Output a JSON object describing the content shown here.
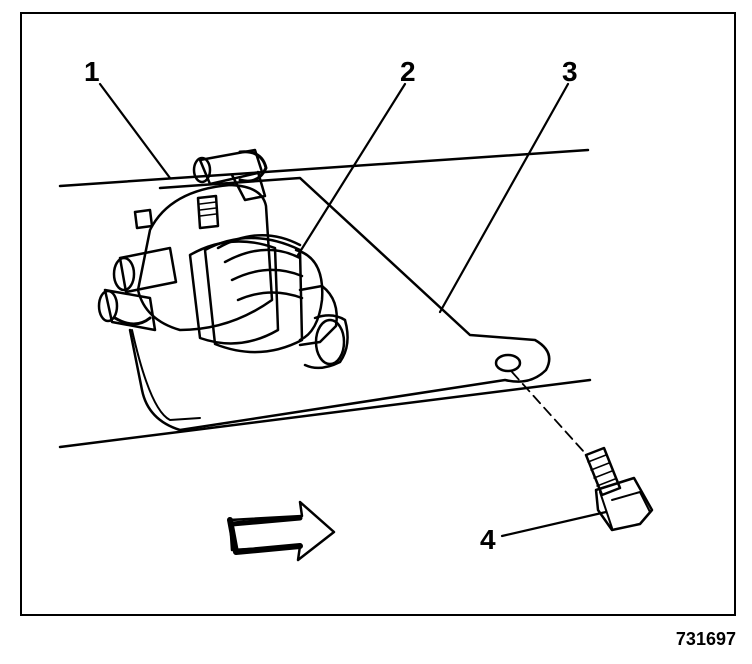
{
  "callouts": [
    {
      "id": "1",
      "label": "1"
    },
    {
      "id": "2",
      "label": "2"
    },
    {
      "id": "3",
      "label": "3"
    },
    {
      "id": "4",
      "label": "4"
    }
  ],
  "figure_id": "731697",
  "colors": {
    "ink": "#000000",
    "paper": "#ffffff"
  }
}
